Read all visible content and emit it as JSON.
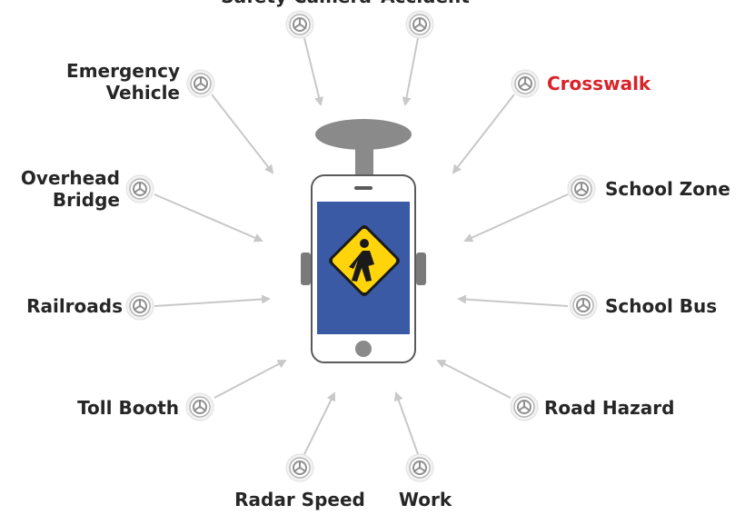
{
  "colors": {
    "label": "#262626",
    "highlight": "#d8232a",
    "arrow": "#c8c8c8",
    "mount": "#8a8a8a",
    "screen": "#3a5aa6",
    "sign_yellow": "#ffd40a"
  },
  "icons": {
    "node": "alert-target-icon",
    "center": "pedestrian-crossing-sign-icon"
  },
  "labels": {
    "top_left_cut": "Safety Camera",
    "top_right_cut": "Accident",
    "emergency_vehicle": "Emergency\nVehicle",
    "crosswalk": "Crosswalk",
    "overhead_bridge": "Overhead\nBridge",
    "school_zone": "School Zone",
    "railroads": "Railroads",
    "school_bus": "School Bus",
    "toll_booth": "Toll Booth",
    "road_hazard": "Road Hazard",
    "radar_speed": "Radar Speed",
    "work": "Work"
  }
}
